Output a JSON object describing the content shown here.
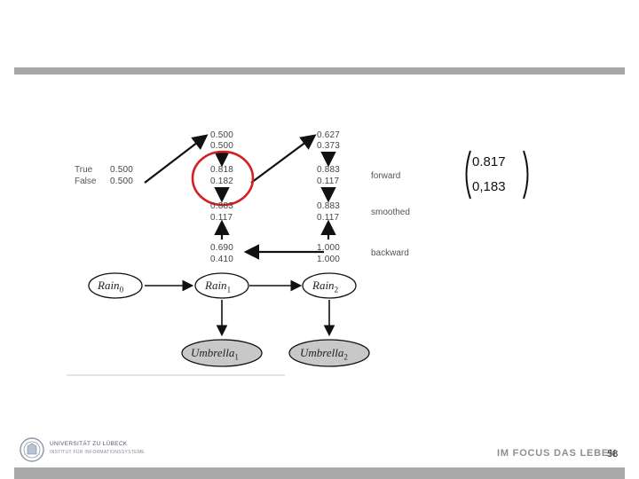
{
  "slide": {
    "page_number": "58",
    "slogan": "IM FOCUS DAS LEBEN",
    "logo": {
      "line1": "UNIVERSITÄT ZU LÜBECK",
      "line2": "INSTITUT FÜR INFORMATIONSSYSTEME"
    }
  },
  "diagram": {
    "legend": {
      "true_label": "True",
      "false_label": "False"
    },
    "col0": {
      "true": "0.500",
      "false": "0.500"
    },
    "col1": {
      "predicted": [
        "0.500",
        "0.500"
      ],
      "forward": [
        "0.818",
        "0.182"
      ],
      "smoothed": [
        "0.883",
        "0.117"
      ],
      "backward": [
        "0.690",
        "0.410"
      ]
    },
    "col2": {
      "predicted": [
        "0.627",
        "0.373"
      ],
      "forward": [
        "0.883",
        "0.117"
      ],
      "smoothed": [
        "0.883",
        "0.117"
      ],
      "backward": [
        "1.000",
        "1.000"
      ]
    },
    "row_labels": {
      "forward": "forward",
      "smoothed": "smoothed",
      "backward": "backward"
    },
    "nodes": {
      "rain0": {
        "name": "Rain",
        "sub": "0"
      },
      "rain1": {
        "name": "Rain",
        "sub": "1"
      },
      "rain2": {
        "name": "Rain",
        "sub": "2"
      },
      "umbrella1": {
        "name": "Umbrella",
        "sub": "1"
      },
      "umbrella2": {
        "name": "Umbrella",
        "sub": "2"
      }
    },
    "highlight_color": "#d42020"
  },
  "vector": {
    "top": "0.817",
    "bottom": "0,183"
  }
}
